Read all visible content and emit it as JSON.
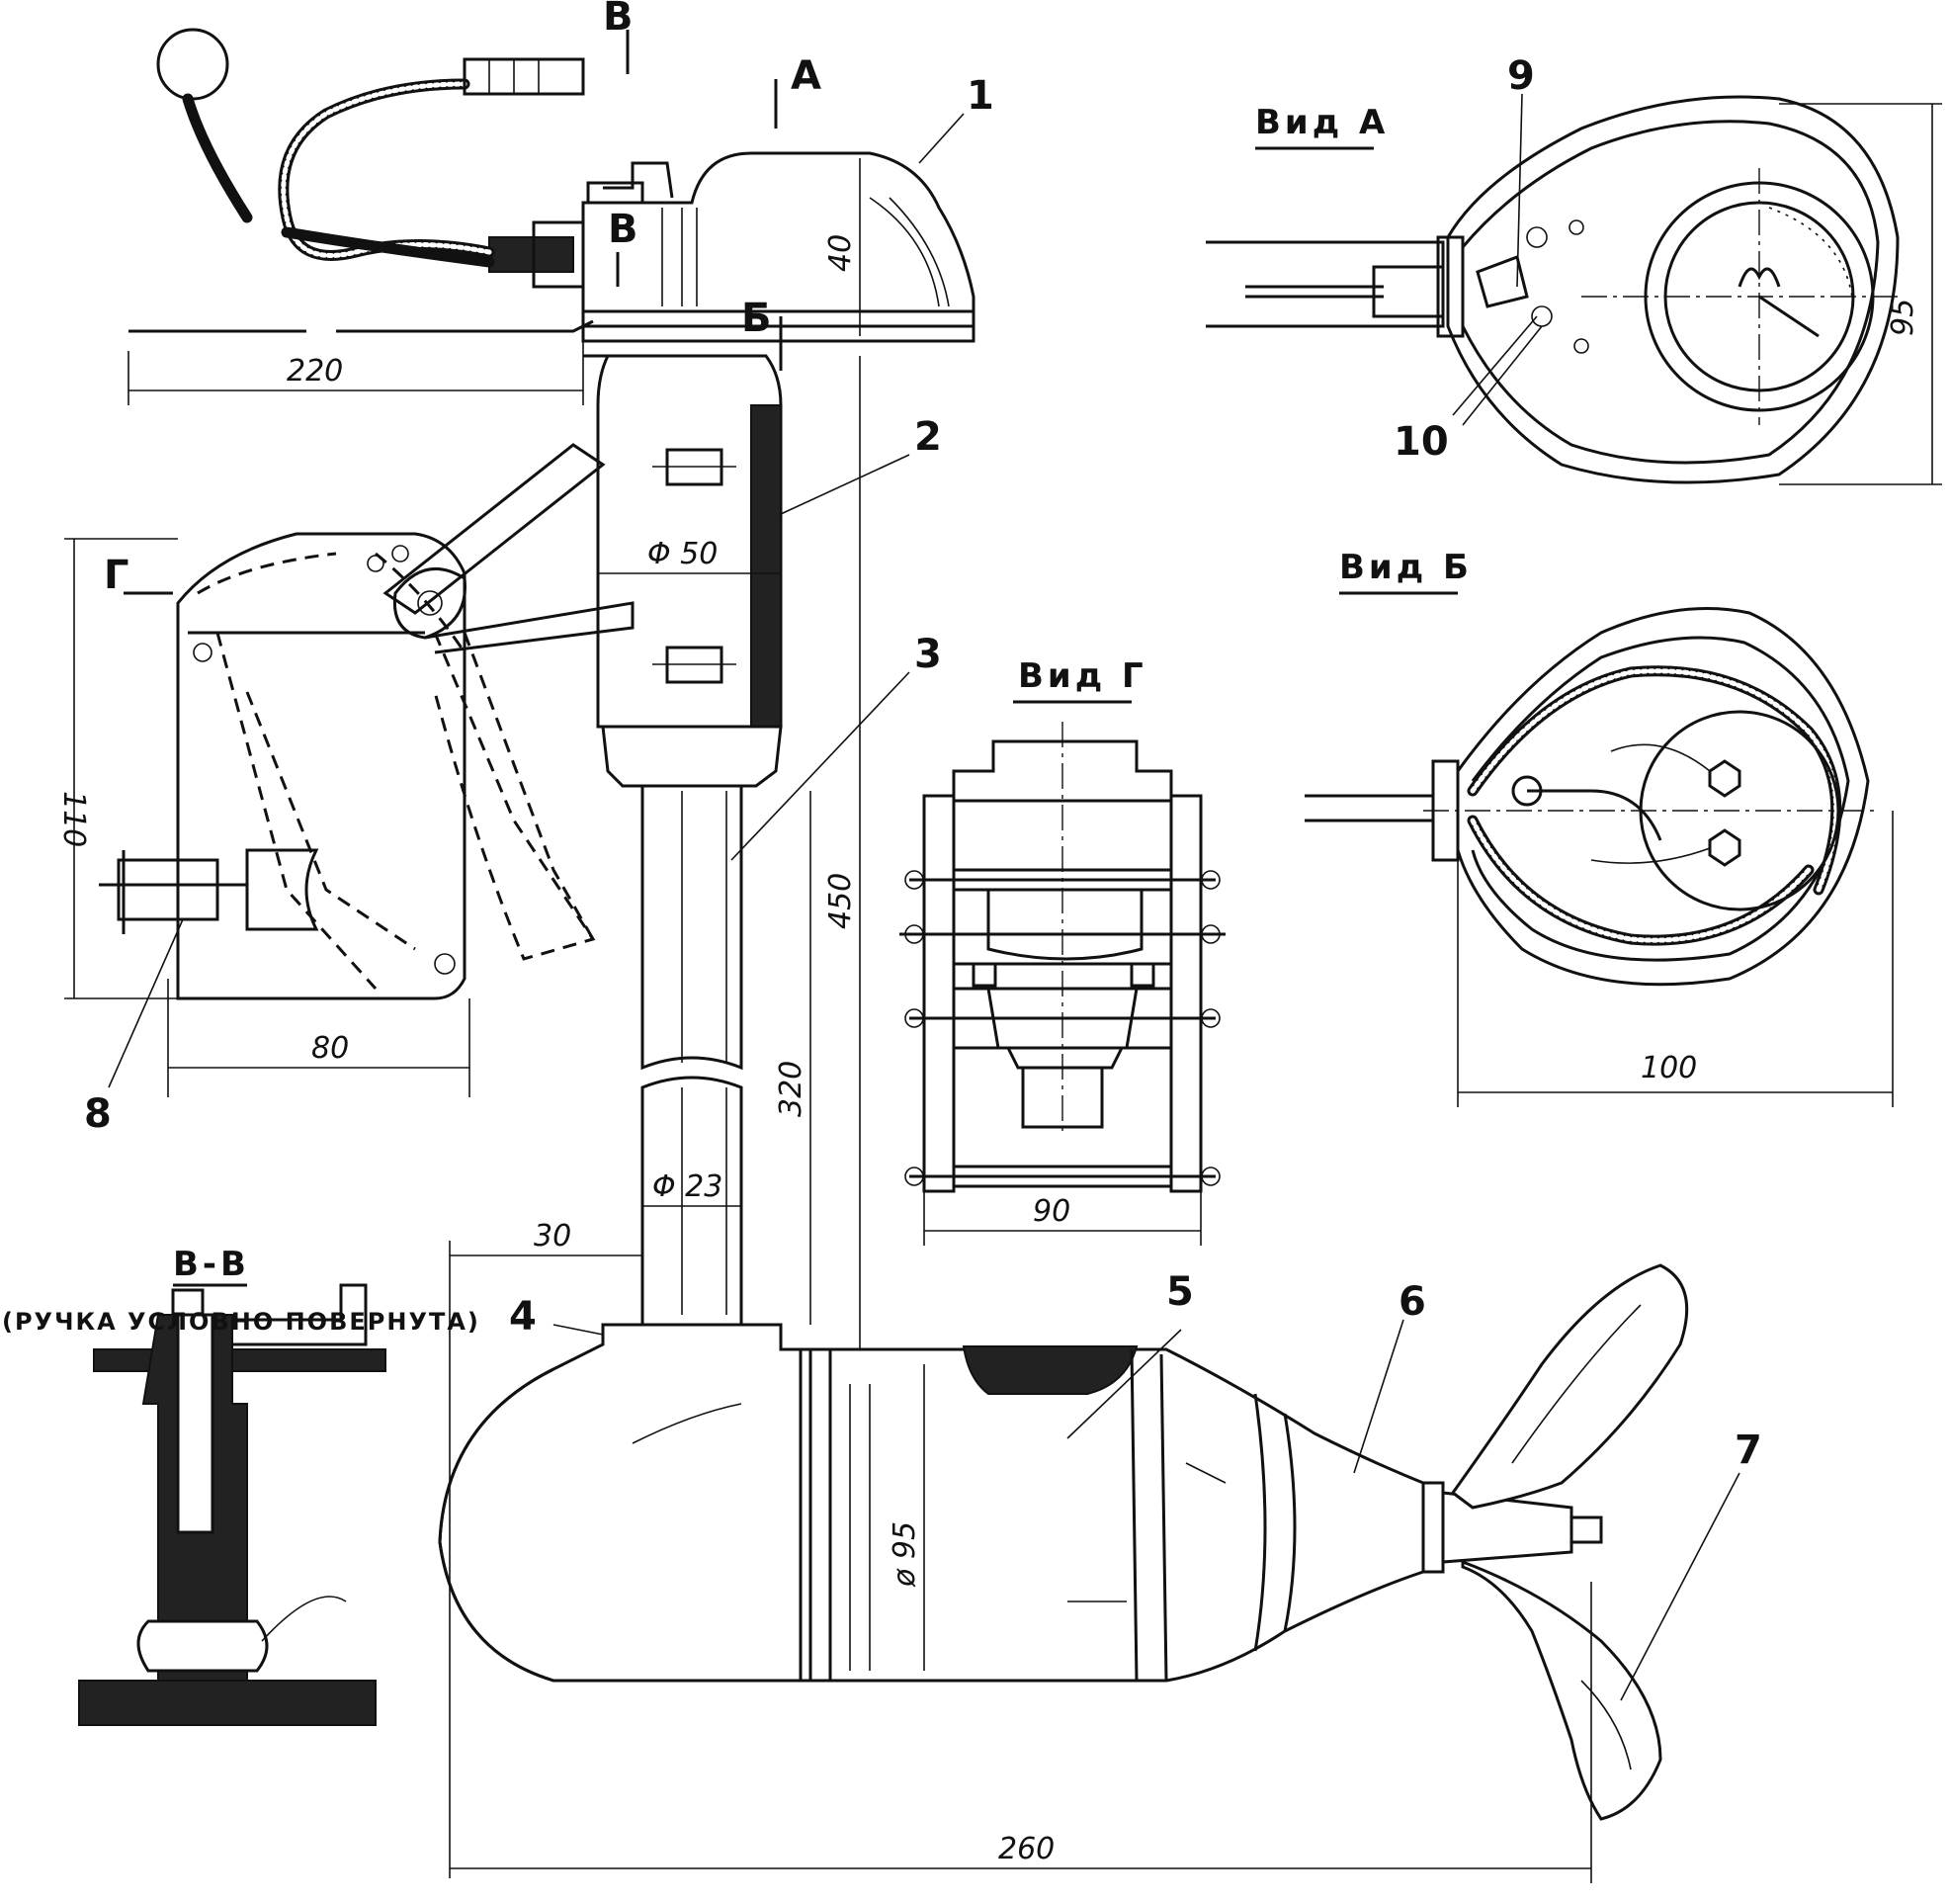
{
  "views": {
    "view_a": "Вид А",
    "view_b": "Вид Б",
    "view_g": "Вид Г",
    "section_vv": "В-В",
    "section_note": "(РУЧКА УСЛОВНО ПОВЕРНУТА)"
  },
  "markers": {
    "a": "А",
    "b": "Б",
    "v_top": "В",
    "v_mid": "В",
    "g": "Г"
  },
  "parts": [
    "1",
    "2",
    "3",
    "4",
    "5",
    "6",
    "7",
    "8",
    "9",
    "10"
  ],
  "dimensions": {
    "d220": "220",
    "d40": "40",
    "d110": "110",
    "d80": "80",
    "phi50": "Φ 50",
    "d450": "450",
    "d320": "320",
    "phi23": "Φ 23",
    "d30": "30",
    "phi95": "ø 95",
    "d260": "260",
    "d95": "95",
    "d100": "100",
    "d90": "90"
  }
}
